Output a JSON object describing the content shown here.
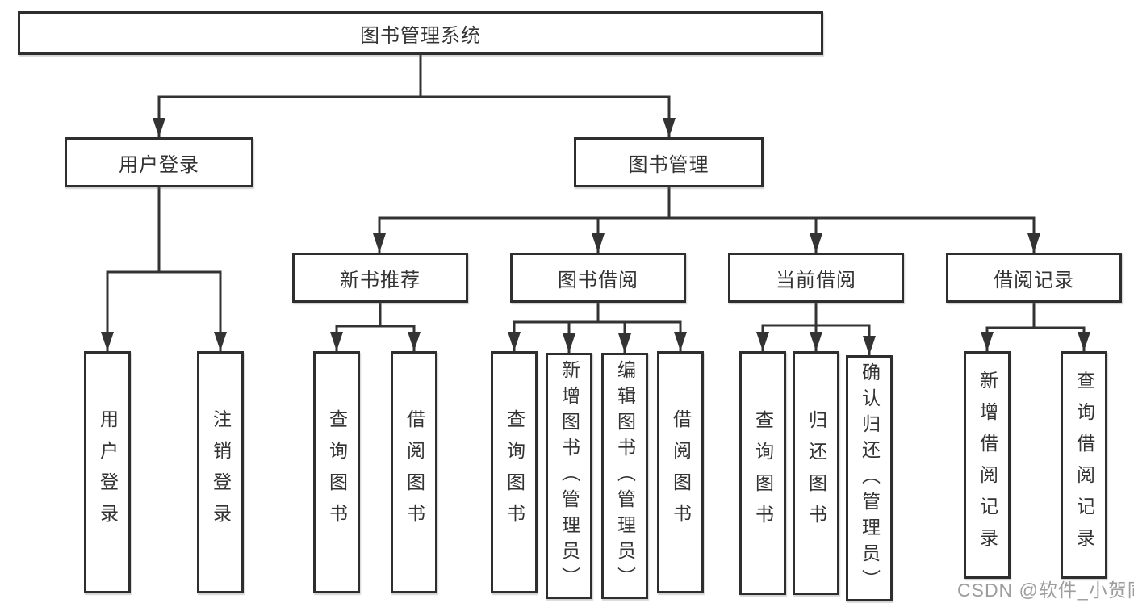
{
  "diagram": {
    "root": {
      "label": "图书管理系统"
    },
    "level2": [
      {
        "label": "用户登录"
      },
      {
        "label": "图书管理"
      }
    ],
    "level3": [
      {
        "label": "新书推荐",
        "parent": "图书管理"
      },
      {
        "label": "图书借阅",
        "parent": "图书管理"
      },
      {
        "label": "当前借阅",
        "parent": "图书管理"
      },
      {
        "label": "借阅记录",
        "parent": "图书管理"
      }
    ],
    "leaves": [
      {
        "label": "用户登录",
        "parent": "用户登录"
      },
      {
        "label": "注销登录",
        "parent": "用户登录"
      },
      {
        "label": "查询图书",
        "parent": "新书推荐"
      },
      {
        "label": "借阅图书",
        "parent": "新书推荐"
      },
      {
        "label": "查询图书",
        "parent": "图书借阅"
      },
      {
        "label": "新增图书（管理员）",
        "parent": "图书借阅"
      },
      {
        "label": "编辑图书（管理员）",
        "parent": "图书借阅"
      },
      {
        "label": "借阅图书",
        "parent": "图书借阅"
      },
      {
        "label": "查询图书",
        "parent": "当前借阅"
      },
      {
        "label": "归还图书",
        "parent": "当前借阅"
      },
      {
        "label": "确认归还（管理员）",
        "parent": "当前借阅"
      },
      {
        "label": "新增借阅记录",
        "parent": "借阅记录"
      },
      {
        "label": "查询借阅记录",
        "parent": "借阅记录"
      }
    ],
    "colors": {
      "line": "#333333",
      "border": "#2e2e2e",
      "text": "#333333",
      "background": "#ffffff"
    }
  },
  "watermark": {
    "text": "CSDN @软件_小贺同学",
    "color": "#9d9d9d"
  }
}
